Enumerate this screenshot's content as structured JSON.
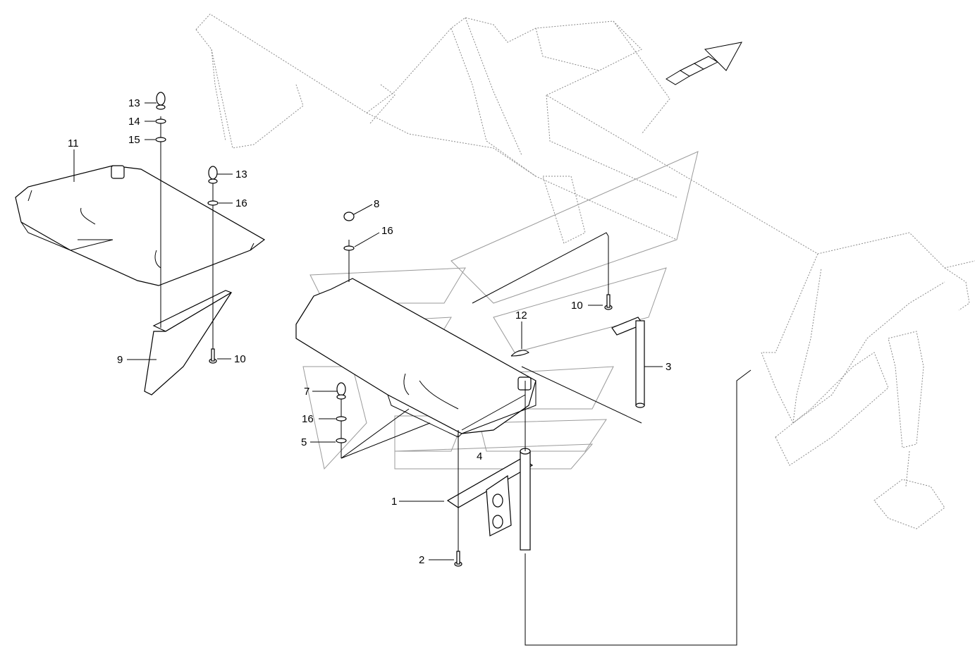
{
  "callouts": [
    {
      "key": "c13a",
      "label": "13"
    },
    {
      "key": "c14",
      "label": "14"
    },
    {
      "key": "c15",
      "label": "15"
    },
    {
      "key": "c11",
      "label": "11"
    },
    {
      "key": "c13b",
      "label": "13"
    },
    {
      "key": "c16a",
      "label": "16"
    },
    {
      "key": "c9",
      "label": "9"
    },
    {
      "key": "c10a",
      "label": "10"
    },
    {
      "key": "c8",
      "label": "8"
    },
    {
      "key": "c16b",
      "label": "16"
    },
    {
      "key": "c10b",
      "label": "10"
    },
    {
      "key": "c12",
      "label": "12"
    },
    {
      "key": "c3",
      "label": "3"
    },
    {
      "key": "c7",
      "label": "7"
    },
    {
      "key": "c16c",
      "label": "16"
    },
    {
      "key": "c5",
      "label": "5"
    },
    {
      "key": "c4",
      "label": "4"
    },
    {
      "key": "c1",
      "label": "1"
    },
    {
      "key": "c2",
      "label": "2"
    }
  ]
}
